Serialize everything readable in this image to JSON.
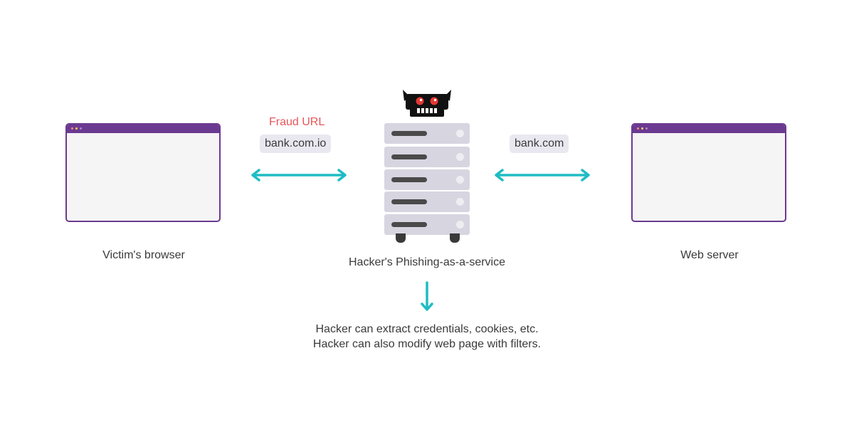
{
  "colors": {
    "accent_purple": "#6b3a91",
    "arrow_teal": "#1fbcc4",
    "fraud_red": "#e8565a",
    "pill_bg": "#e9e8f0",
    "server_gray": "#d6d5e0"
  },
  "left_node": {
    "label": "Victim's browser",
    "icon": "browser-window-icon"
  },
  "right_node": {
    "label": "Web server",
    "icon": "browser-window-icon"
  },
  "center_node": {
    "label": "Hacker's Phishing-as-a-service",
    "icon": "server-rack-icon",
    "badge_icon": "horned-robot-skull-icon"
  },
  "left_link": {
    "title": "Fraud URL",
    "url": "bank.com.io",
    "arrow": "double-arrow-icon"
  },
  "right_link": {
    "url": "bank.com",
    "arrow": "double-arrow-icon"
  },
  "down_link": {
    "arrow": "down-arrow-icon"
  },
  "outcome": {
    "line1": "Hacker can extract credentials, cookies, etc.",
    "line2": "Hacker can also modify web page with filters."
  }
}
